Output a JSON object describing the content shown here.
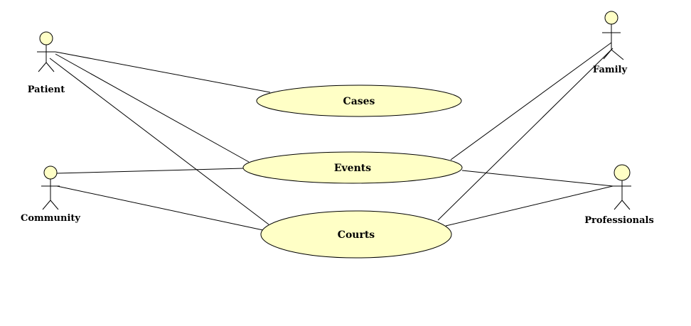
{
  "diagram": {
    "actors": {
      "patient": "Patient",
      "community": "Community",
      "family": "Family",
      "professionals": "Professionals"
    },
    "use_cases": {
      "cases": "Cases",
      "events": "Events",
      "courts": "Courts"
    },
    "colors": {
      "use_case_fill": "#ffffc6",
      "actor_head_fill": "#ffffc6",
      "line": "#000000",
      "background": "#ffffff"
    }
  }
}
